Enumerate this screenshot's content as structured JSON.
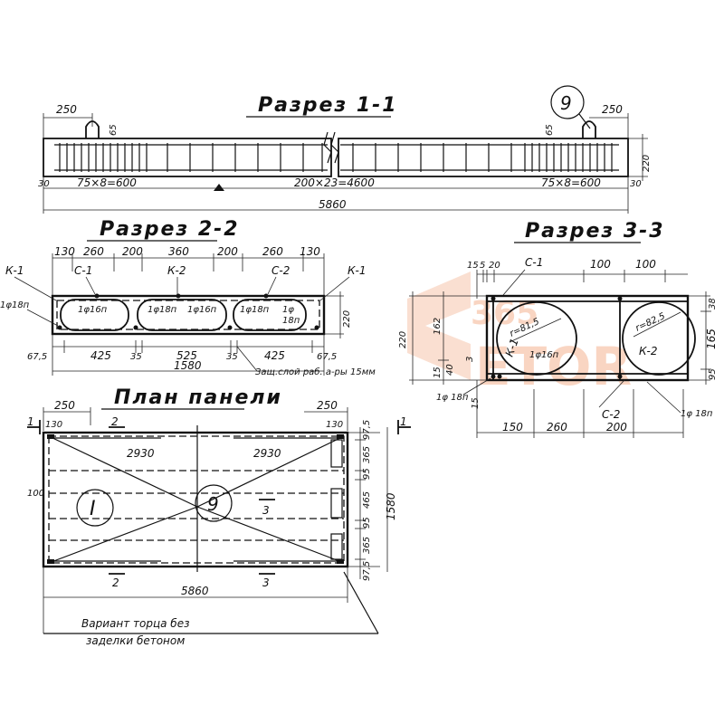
{
  "section_1_1": {
    "title": "Разрез 1-1",
    "marker": "9",
    "dim_left_250": "250",
    "dim_right_250": "250",
    "dim_left_65": "65",
    "dim_right_65": "65",
    "dim_height_220": "220",
    "dim_30_left": "30",
    "dim_30_right": "30",
    "dim_left_spacing": "75×8=600",
    "dim_middle_spacing": "200×23=4600",
    "dim_right_spacing": "75×8=600",
    "dim_total": "5860"
  },
  "section_2_2": {
    "title": "Разрез 2-2",
    "top_dims": [
      "130",
      "260",
      "200",
      "360",
      "200",
      "260",
      "130"
    ],
    "label_k1_left": "К-1",
    "label_k1_right": "К-1",
    "label_c1": "С-1",
    "label_c2": "С-2",
    "label_k2": "К-2",
    "bar_left": "1φ18п",
    "bar_c1": "1φ16п",
    "bar_mid_1": "1φ18п",
    "bar_mid_2": "1φ16п",
    "bar_right_1": "1φ18п",
    "bar_right_2": "1φ",
    "bar_right_3": "18п",
    "dim_height_220": "220",
    "bottom_dims": [
      "67,5",
      "425",
      "35",
      "525",
      "35",
      "425",
      "67,5"
    ],
    "dim_total": "1580",
    "note": "Защ.слой раб. а-ры 15мм"
  },
  "section_3_3": {
    "title": "Разрез 3-3",
    "top_dims": [
      "15",
      "5",
      "20",
      "100",
      "100"
    ],
    "label_c1": "С-1",
    "label_k1": "К-1",
    "label_k2": "К-2",
    "label_c2": "С-2",
    "r_left": "r=81,5",
    "r_right": "r=82,5",
    "bar_center": "1φ16п",
    "bar_left": "1φ 18п",
    "bar_right": "1φ 18п",
    "dim_220": "220",
    "dim_162": "162",
    "dim_15": "15",
    "dim_40": "40",
    "dim_3": "3",
    "dim_38": "38",
    "dim_165": "165",
    "dim_95": "95",
    "dim_15_bottom": "15",
    "bottom_dims": [
      "150",
      "260",
      "200"
    ]
  },
  "plan": {
    "title": "План панели",
    "dim_250_left": "250",
    "dim_250_right": "250",
    "dim_130_left": "130",
    "dim_130_right": "130",
    "dim_100": "100",
    "dim_2930_left": "2930",
    "dim_2930_right": "2930",
    "marker_I": "I",
    "marker_9": "9",
    "cut_1": "1",
    "cut_2": "2",
    "cut_3": "3",
    "right_dims": [
      "97,5",
      "365",
      "95",
      "465",
      "95",
      "365",
      "97,5"
    ],
    "dim_1580": "1580",
    "dim_total": "5860",
    "note_line1": "Вариант торца без",
    "note_line2": "заделки бетоном"
  },
  "watermark": {
    "text_top": "365",
    "text_main": "ETOR"
  }
}
